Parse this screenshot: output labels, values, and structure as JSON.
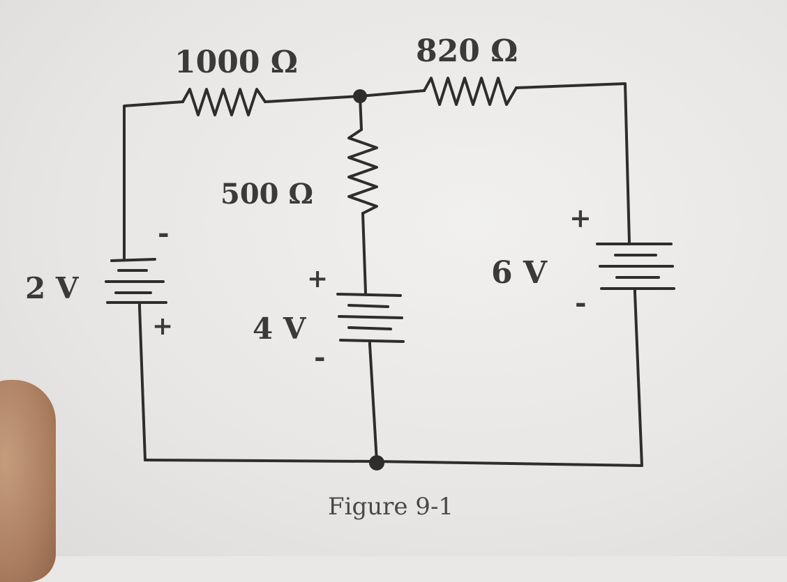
{
  "diagram": {
    "resistors": {
      "r1": "1000 Ω",
      "r2": "820 Ω",
      "r3": "500 Ω"
    },
    "sources": {
      "left": {
        "value": "2 V",
        "top_sign": "-",
        "bottom_sign": "+"
      },
      "middle": {
        "value": "4 V",
        "top_sign": "+",
        "bottom_sign": "-"
      },
      "right": {
        "value": "6 V",
        "top_sign": "+",
        "bottom_sign": "-"
      }
    },
    "caption": "Figure 9-1"
  }
}
